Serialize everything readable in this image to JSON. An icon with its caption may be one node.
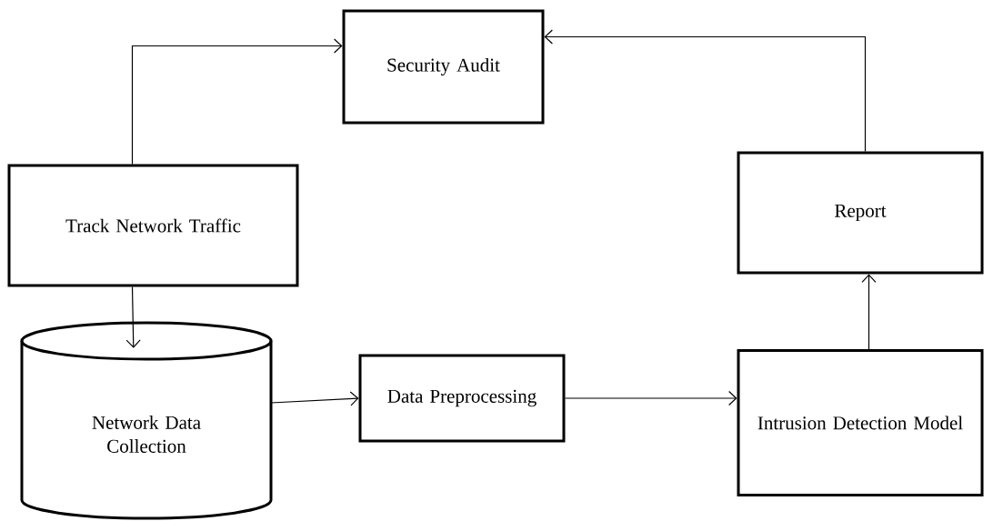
{
  "diagram": {
    "nodes": [
      {
        "text": [
          "Security Audit"
        ]
      },
      {
        "text": [
          "Track Network Traffic"
        ]
      },
      {
        "text": [
          "Report"
        ]
      },
      {
        "text": [
          "Network Data Collection"
        ]
      },
      {
        "text": [
          "Data Preprocessing"
        ]
      },
      {
        "text": [
          "Intrusion Detection Model"
        ]
      }
    ],
    "edges": [
      {
        "from": 1,
        "to": 0,
        "arrow": "to"
      },
      {
        "from": 2,
        "to": 0,
        "arrow": "to"
      },
      {
        "from": 1,
        "to": 3,
        "arrow": "to"
      },
      {
        "from": 3,
        "to": 4,
        "arrow": "to"
      },
      {
        "from": 4,
        "to": 5,
        "arrow": "to"
      },
      {
        "from": 5,
        "to": 2,
        "arrow": "to"
      }
    ]
  }
}
